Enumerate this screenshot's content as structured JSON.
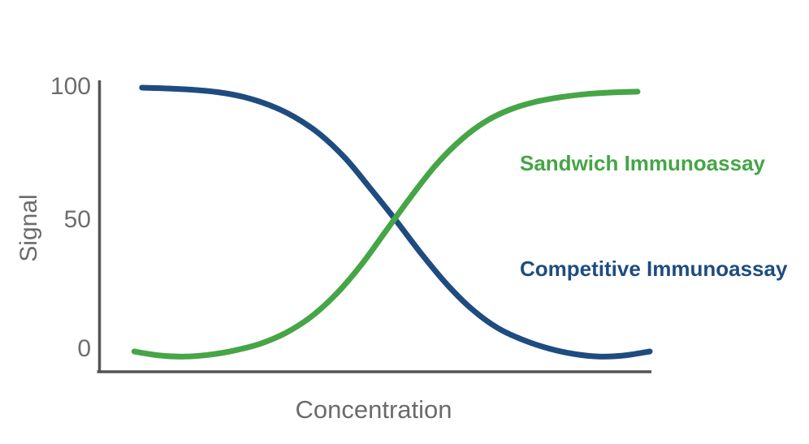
{
  "chart_data": {
    "type": "line",
    "title": "",
    "xlabel": "Concentration",
    "ylabel": "Signal",
    "xlim": [
      0,
      10
    ],
    "ylim": [
      0,
      100
    ],
    "yticks": [
      "0",
      "50",
      "100"
    ],
    "xticks": [],
    "grid": false,
    "legend_position": "inline-right",
    "axis_color": "#545454",
    "label_color": "#6b6b6b",
    "series": [
      {
        "name": "Sandwich Immunoassay",
        "color": "#46a546",
        "x_range": [
          0.65,
          9.75
        ],
        "values": [
          0.6,
          -0.9,
          -1.3,
          -0.6,
          1.0,
          3.5,
          7.5,
          13.5,
          22,
          33,
          46,
          59,
          71,
          80.5,
          87.5,
          92,
          94.8,
          96.5,
          97.6,
          98.2,
          98.5
        ]
      },
      {
        "name": "Competitive Immunoassay",
        "color": "#1e4c80",
        "x_range": [
          0.79,
          9.97
        ],
        "values": [
          100,
          99.7,
          99.2,
          98.3,
          96.5,
          93.5,
          89,
          82.5,
          73.5,
          62,
          50,
          37.5,
          26,
          16.5,
          9.5,
          5.0,
          1.8,
          -0.3,
          -1.3,
          -0.9,
          0.6
        ]
      }
    ]
  }
}
